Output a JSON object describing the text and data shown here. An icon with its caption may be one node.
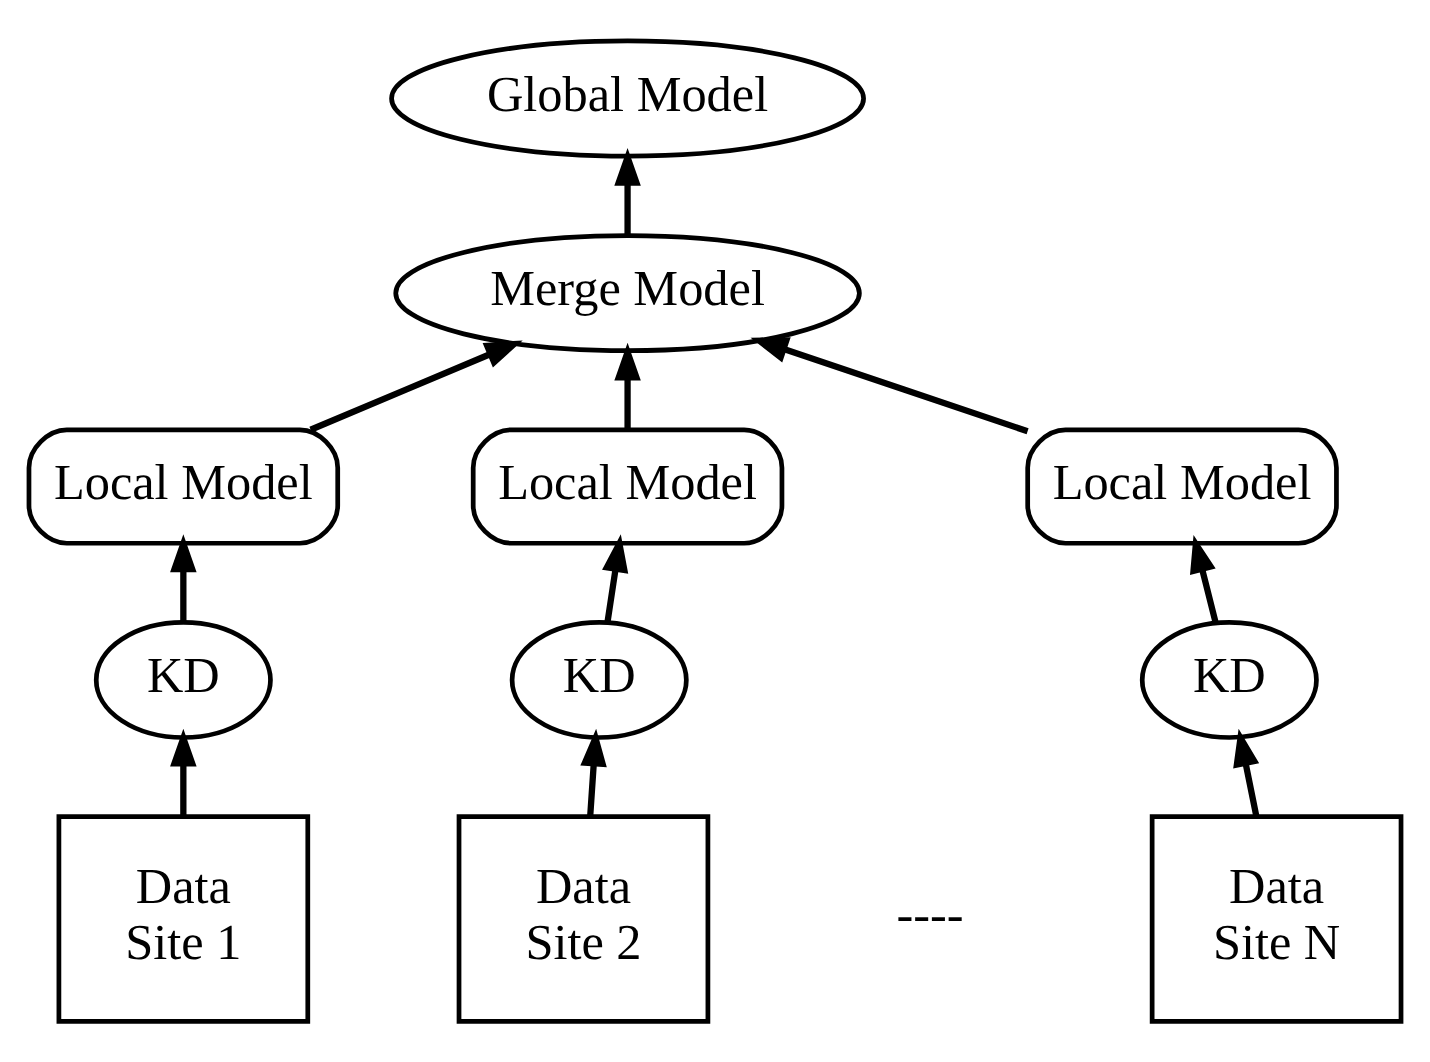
{
  "diagram": {
    "nodes": [
      {
        "text": [
          "Global Model"
        ]
      },
      {
        "text": [
          "Merge Model"
        ]
      },
      {
        "text": [
          "Local Model"
        ]
      },
      {
        "text": [
          "Local Model"
        ]
      },
      {
        "text": [
          "Local Model"
        ]
      },
      {
        "text": [
          "KD"
        ]
      },
      {
        "text": [
          "KD"
        ]
      },
      {
        "text": [
          "KD"
        ]
      },
      {
        "text": [
          "Data Site 1"
        ]
      },
      {
        "text": [
          "Data Site 2"
        ]
      },
      {
        "text": [
          "Data Site N"
        ]
      }
    ],
    "edges": [
      {
        "from": 1,
        "to": 0,
        "arrow": "to"
      },
      {
        "from": 2,
        "to": 1,
        "arrow": "to"
      },
      {
        "from": 3,
        "to": 1,
        "arrow": "to"
      },
      {
        "from": 4,
        "to": 1,
        "arrow": "to"
      },
      {
        "from": 5,
        "to": 2,
        "arrow": "to"
      },
      {
        "from": 6,
        "to": 3,
        "arrow": "to"
      },
      {
        "from": 7,
        "to": 4,
        "arrow": "to"
      },
      {
        "from": 8,
        "to": 5,
        "arrow": "to"
      },
      {
        "from": 9,
        "to": 6,
        "arrow": "to"
      },
      {
        "from": 10,
        "to": 7,
        "arrow": "to"
      }
    ],
    "labels": [
      "----"
    ]
  }
}
